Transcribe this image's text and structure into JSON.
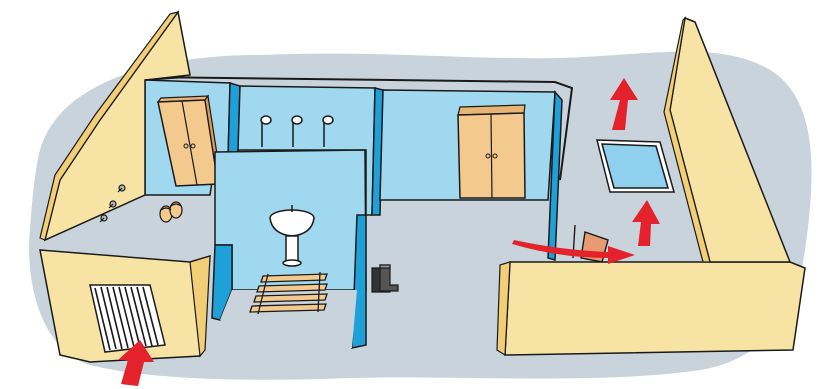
{
  "diagram": {
    "subject": "changing-room-floor-plan",
    "colors": {
      "floor": "#c9d3dc",
      "wall_yellow": "#f7e3a4",
      "wall_blue": "#9fd8ef",
      "wall_blue_dark": "#1ea0d8",
      "wood": "#f4c98e",
      "arrow_red": "#e3222b",
      "outline": "#1a1a1a"
    },
    "icons": [
      "entrance-grate-icon",
      "wall-hooks-icon",
      "slippers-icon",
      "locker-cabinet-icon",
      "shower-heads-icon",
      "washbasin-icon",
      "wooden-floor-mat-icon",
      "rubber-boots-icon",
      "exit-door-icon",
      "roof-hatch-icon",
      "airflow-arrow-icon"
    ],
    "arrows": [
      {
        "meaning": "entry-airflow",
        "direction": "up"
      },
      {
        "meaning": "through-door-airflow",
        "direction": "right"
      },
      {
        "meaning": "hatch-airflow",
        "direction": "up"
      },
      {
        "meaning": "exhaust-airflow",
        "direction": "up"
      }
    ]
  }
}
